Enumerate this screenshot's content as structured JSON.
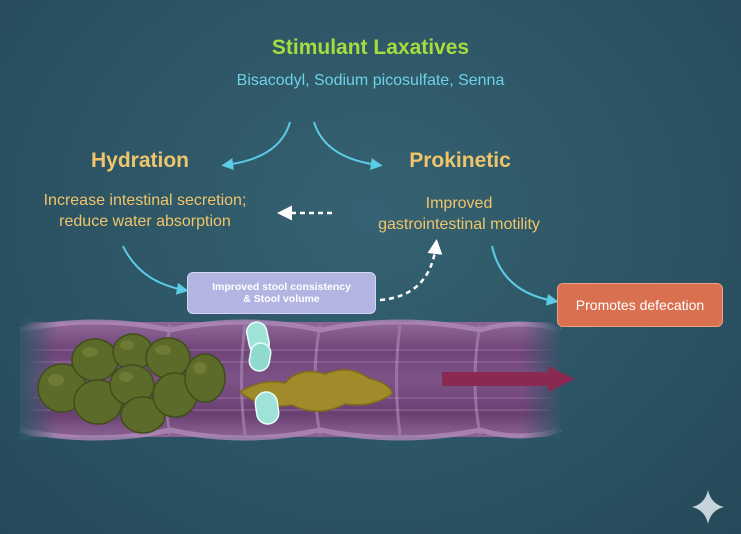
{
  "title": "Stimulant Laxatives",
  "subtitle": "Bisacodyl, Sodium picosulfate, Senna",
  "hydration": {
    "title": "Hydration",
    "desc_line1": "Increase intestinal secretion;",
    "desc_line2": "reduce water absorption"
  },
  "prokinetic": {
    "title": "Prokinetic",
    "desc_line1": "Improved",
    "desc_line2": "gastrointestinal motility"
  },
  "stool_box": {
    "line1": "Improved stool consistency",
    "line2": "& Stool volume"
  },
  "defecation_box": "Promotes defecation",
  "colors": {
    "background": "#2d5565",
    "title": "#a6dc3e",
    "subtitle": "#6fd1e6",
    "heading": "#f0c56a",
    "arrow": "#5ccbe6",
    "colon": "#7a4f80",
    "stool": "#5c6a2a",
    "stool_box": "#b2b4e2",
    "defecation_box": "#d9704f",
    "motion_arrow": "#8a2a52"
  },
  "icons": [
    "sparkle-icon"
  ]
}
